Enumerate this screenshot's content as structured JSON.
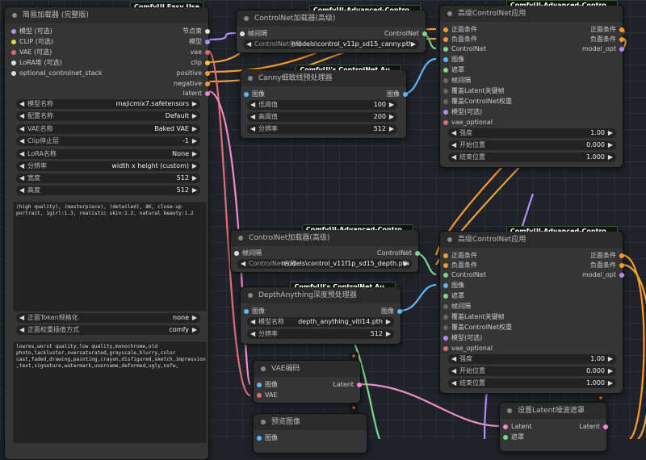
{
  "nodes": {
    "loader": {
      "badge": "ComfyUI Easy Use",
      "title": "简易加载器 (完整版)",
      "inputs": [
        "模型 (可选)",
        "CLIP (可选)",
        "VAE (可选)",
        "LoRA堆 (可选)",
        "optional_controlnet_stack"
      ],
      "outputs": [
        "节点束",
        "模型",
        "vae",
        "clip",
        "positive",
        "negative",
        "latent"
      ],
      "widgets": [
        {
          "label": "模型名称",
          "value": "majicmix7.safetensors"
        },
        {
          "label": "配置名称",
          "value": "Default"
        },
        {
          "label": "VAE名称",
          "value": "Baked VAE"
        },
        {
          "label": "Clip停止层",
          "value": "-1"
        },
        {
          "label": "LoRA名称",
          "value": "None"
        },
        {
          "label": "分辨率",
          "value": "width x height (custom)"
        },
        {
          "label": "宽度",
          "value": "512"
        },
        {
          "label": "高度",
          "value": "512"
        }
      ],
      "positive_prompt": "(high quality), (masterpiece), (detailed), 8K, close-up\nportrait, 1girl:1.3, realistic skin:1.2, natural beauty:1.2",
      "token_widgets": [
        {
          "label": "正面Token规格化",
          "value": "none"
        },
        {
          "label": "正面权重插值方式",
          "value": "comfy"
        }
      ],
      "negative_prompt": "lowres,worst quality,low quality,monochrome,old\nphoto,lackluster,oversaturated,grayscale,blurry,color\ncast,faded,drawing,painting,crayon,disfigured,sketch,impressionist\n,text,signature,watermark,username,deformed,ugly,nsfw,"
    },
    "cn_loader_1": {
      "badge": "ComfyUI-Advanced-Contro...",
      "title": "ControlNet加载器(高级)",
      "input": "帧间隔",
      "output": "ControlNet",
      "widget_label": "ControlNet名称",
      "widget_value": "models\\control_v11p_sd15_canny.pth"
    },
    "canny": {
      "badge": "ComfyUI's ControlNet Au...",
      "title": "Canny细致线预处理器",
      "input": "图像",
      "output": "图像",
      "widgets": [
        {
          "label": "低阈值",
          "value": "100"
        },
        {
          "label": "高阈值",
          "value": "200"
        },
        {
          "label": "分辨率",
          "value": "512"
        }
      ]
    },
    "apply_1": {
      "badge": "ComfyUI-Advanced-Contro...",
      "title": "高级ControlNet应用",
      "inputs": [
        "正面条件",
        "负面条件",
        "ControlNet",
        "图像",
        "遮罩",
        "帧间隔",
        "覆盖Latent关键帧",
        "覆盖ControlNet权重",
        "模型(可选)",
        "vae_optional"
      ],
      "outputs": [
        "正面条件",
        "负面条件",
        "model_opt"
      ],
      "widgets": [
        {
          "label": "强度",
          "value": "1.00"
        },
        {
          "label": "开始位置",
          "value": "0.000"
        },
        {
          "label": "结束位置",
          "value": "1.000"
        }
      ]
    },
    "cn_loader_2": {
      "badge": "ComfyUI-Advanced-Contro...",
      "title": "ControlNet加载器(高级)",
      "input": "帧间隔",
      "output": "ControlNet",
      "widget_label": "ControlNet名称",
      "widget_value": "models\\control_v11f1p_sd15_depth.pth"
    },
    "depth": {
      "badge": "ComfyUI's ControlNet Au...",
      "title": "DepthAnything深度预处理器",
      "input": "图像",
      "output": "图像",
      "widgets": [
        {
          "label": "模型名称",
          "value": "depth_anything_vitl14.pth"
        },
        {
          "label": "分辨率",
          "value": "512"
        }
      ]
    },
    "apply_2": {
      "badge": "ComfyUI-Advanced-Contro...",
      "title": "高级ControlNet应用",
      "inputs": [
        "正面条件",
        "负面条件",
        "ControlNet",
        "图像",
        "遮罩",
        "帧间隔",
        "覆盖Latent关键帧",
        "覆盖ControlNet权重",
        "模型(可选)",
        "vae_optional"
      ],
      "outputs": [
        "正面条件",
        "负面条件",
        "model_opt"
      ],
      "widgets": [
        {
          "label": "强度",
          "value": "1.00"
        },
        {
          "label": "开始位置",
          "value": "0.000"
        },
        {
          "label": "结束位置",
          "value": "1.000"
        }
      ]
    },
    "vae_encode": {
      "title": "VAE编码",
      "inputs": [
        "图像",
        "VAE"
      ],
      "output": "Latent"
    },
    "preview": {
      "title": "预览图像",
      "input": "图像"
    },
    "latent_mask": {
      "title": "设置Latent噪波遮罩",
      "inputs": [
        "Latent",
        "遮罩"
      ],
      "output": "Latent"
    }
  },
  "colors": {
    "background": "#1f2329",
    "node": "#353535",
    "wire_yellow": "#e8a23a",
    "wire_orange": "#ff9a2a",
    "wire_blue": "#64b5f6",
    "wire_green": "#7bd88f",
    "wire_red": "#e06c75",
    "wire_pink": "#f08cc8",
    "wire_purple": "#b38cff"
  }
}
